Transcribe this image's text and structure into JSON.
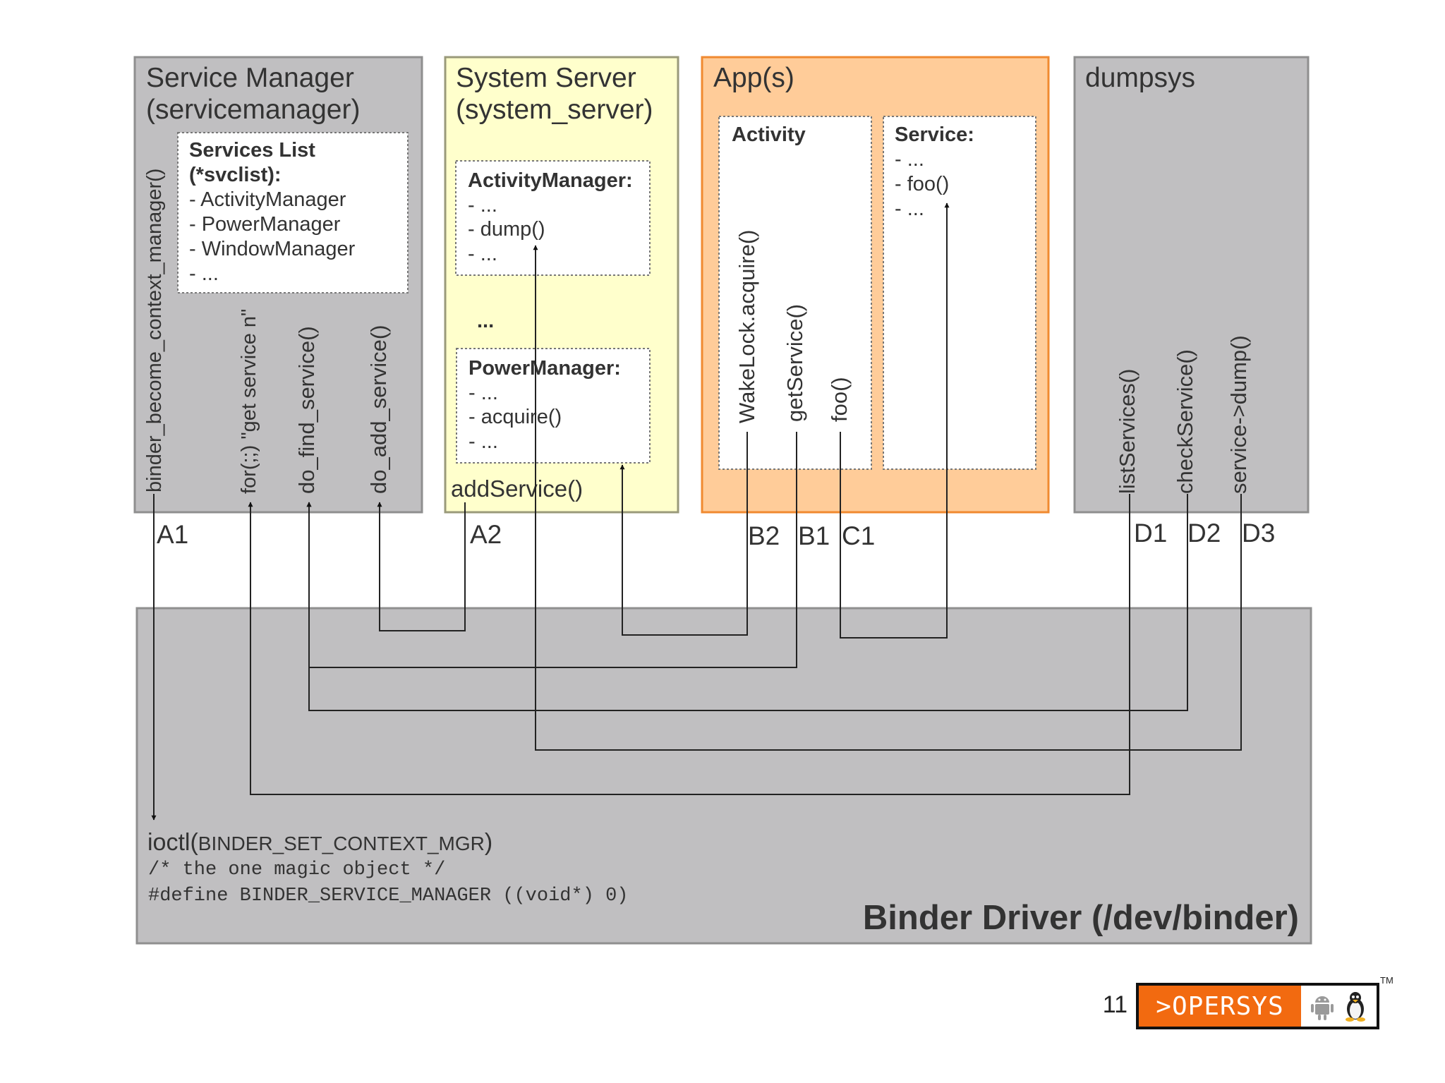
{
  "service_manager": {
    "title_line1": "Service Manager",
    "title_line2": "(servicemanager)",
    "services_list": {
      "title_line1": "Services List",
      "title_line2": "(*svclist):",
      "items": [
        "- ActivityManager",
        "- PowerManager",
        "- WindowManager",
        "- ..."
      ]
    },
    "calls": [
      "binder_become_context_manager()",
      "for(;;) \"get service n\"",
      "do_find_service()",
      "do_add_service()"
    ]
  },
  "system_server": {
    "title_line1": "System Server",
    "title_line2": "(system_server)",
    "activity_manager": {
      "title": "ActivityManager:",
      "items": [
        "- ...",
        "- dump()",
        "- ..."
      ]
    },
    "ellipsis": "...",
    "power_manager": {
      "title": "PowerManager:",
      "items": [
        "- ...",
        "- acquire()",
        "- ..."
      ]
    },
    "add_service": "addService()"
  },
  "apps": {
    "title": "App(s)",
    "activity": {
      "title": "Activity",
      "calls": [
        "WakeLock.acquire()",
        "getService()",
        "foo()"
      ]
    },
    "service": {
      "title": "Service:",
      "items": [
        "- ...",
        "- foo()",
        "- ..."
      ]
    }
  },
  "dumpsys": {
    "title": "dumpsys",
    "calls": [
      "listServices()",
      "checkService()",
      "service->dump()"
    ]
  },
  "flow_labels": [
    "A1",
    "A2",
    "B2",
    "B1",
    "C1",
    "D1",
    "D2",
    "D3"
  ],
  "binder_driver": {
    "ioctl_prefix": "ioctl(",
    "ioctl_arg": "BINDER_SET_CONTEXT_MGR",
    "ioctl_suffix": ")",
    "code_line1": "/* the one magic object */",
    "code_line2": "#define BINDER_SERVICE_MANAGER ((void*) 0)",
    "title": "Binder Driver (/dev/binder)"
  },
  "footer": {
    "slide_number": "11",
    "brand": ">OPERSYS",
    "trademark": "TM",
    "icons": [
      "android-robot-icon",
      "linux-penguin-icon"
    ]
  },
  "colors": {
    "gray_box": "#c0bfc1",
    "system_server_fill": "#ffffcc",
    "apps_fill": "#ffcc99",
    "apps_border": "#f08a30",
    "brand_orange": "#f26a10",
    "text": "#333333"
  }
}
